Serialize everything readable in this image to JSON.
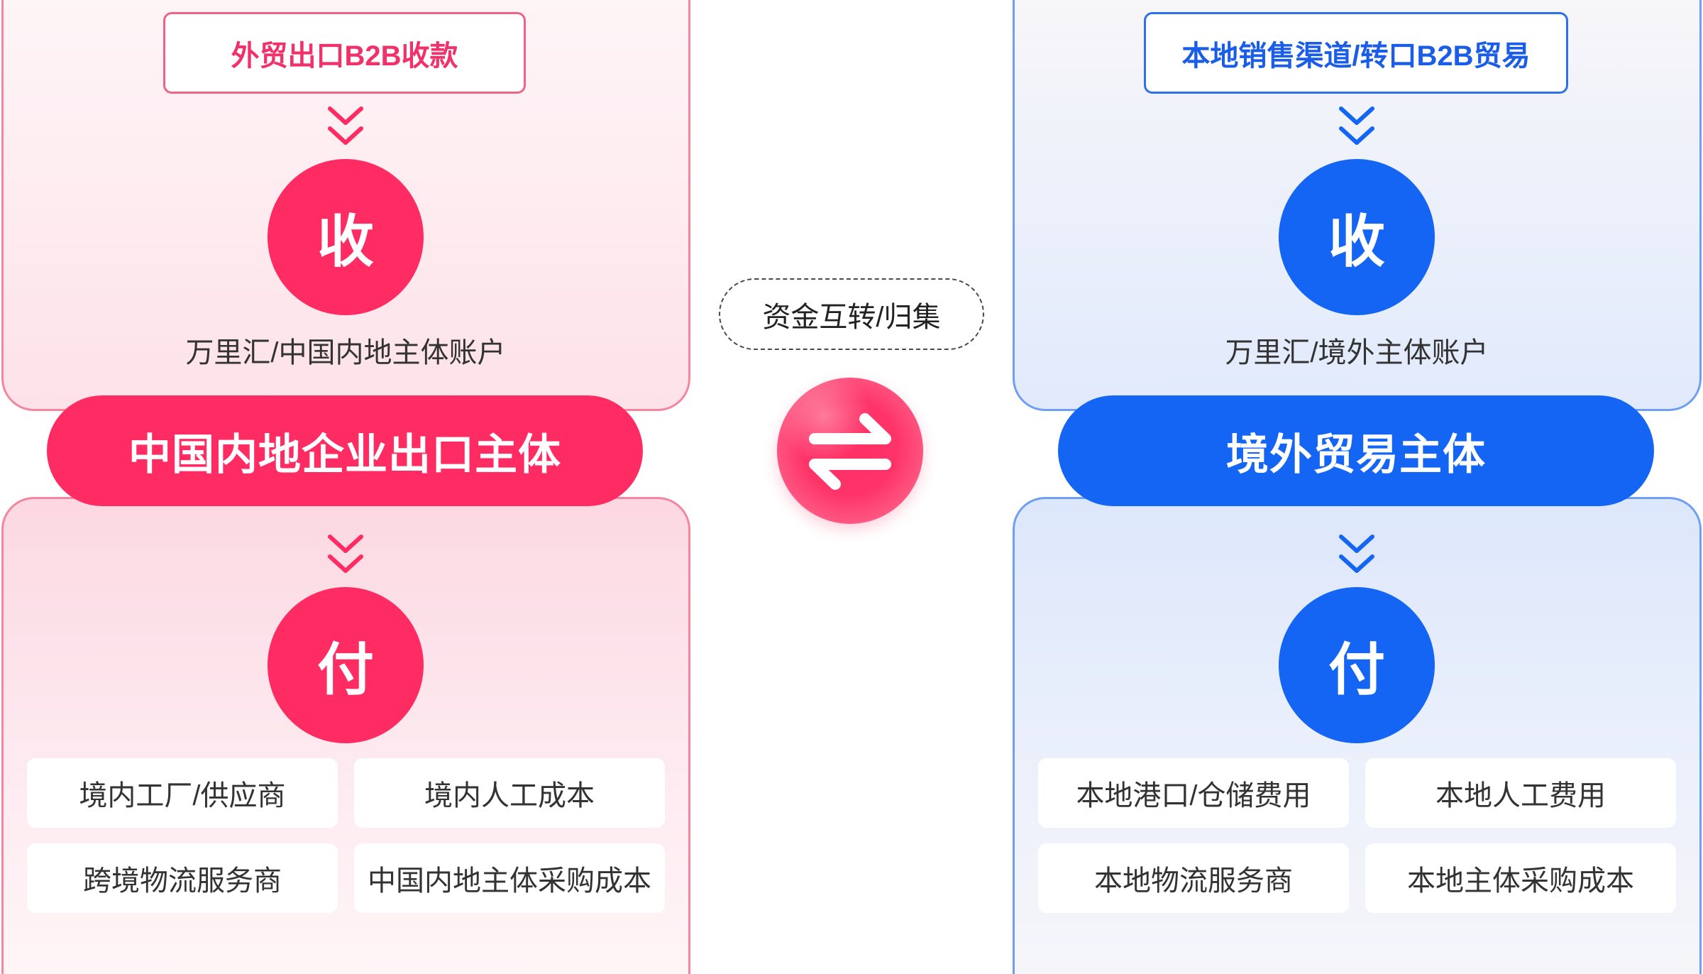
{
  "colors": {
    "left_accent": "#fe2c62",
    "right_accent": "#1565f5"
  },
  "icons": {
    "flow": "chevron-double-down-icon",
    "exchange": "swap-arrows-icon"
  },
  "left": {
    "source_label": "外贸出口B2B收款",
    "receive_label": "收",
    "account_label": "万里汇/中国内地主体账户",
    "entity_label": "中国内地企业出口主体",
    "pay_label": "付",
    "payees": [
      "境内工厂/供应商",
      "境内人工成本",
      "跨境物流服务商",
      "中国内地主体采购成本"
    ]
  },
  "center": {
    "transfer_label": "资金互转/归集"
  },
  "right": {
    "source_label": "本地销售渠道/转口B2B贸易",
    "receive_label": "收",
    "account_label": "万里汇/境外主体账户",
    "entity_label": "境外贸易主体",
    "pay_label": "付",
    "payees": [
      "本地港口/仓储费用",
      "本地人工费用",
      "本地物流服务商",
      "本地主体采购成本"
    ]
  }
}
